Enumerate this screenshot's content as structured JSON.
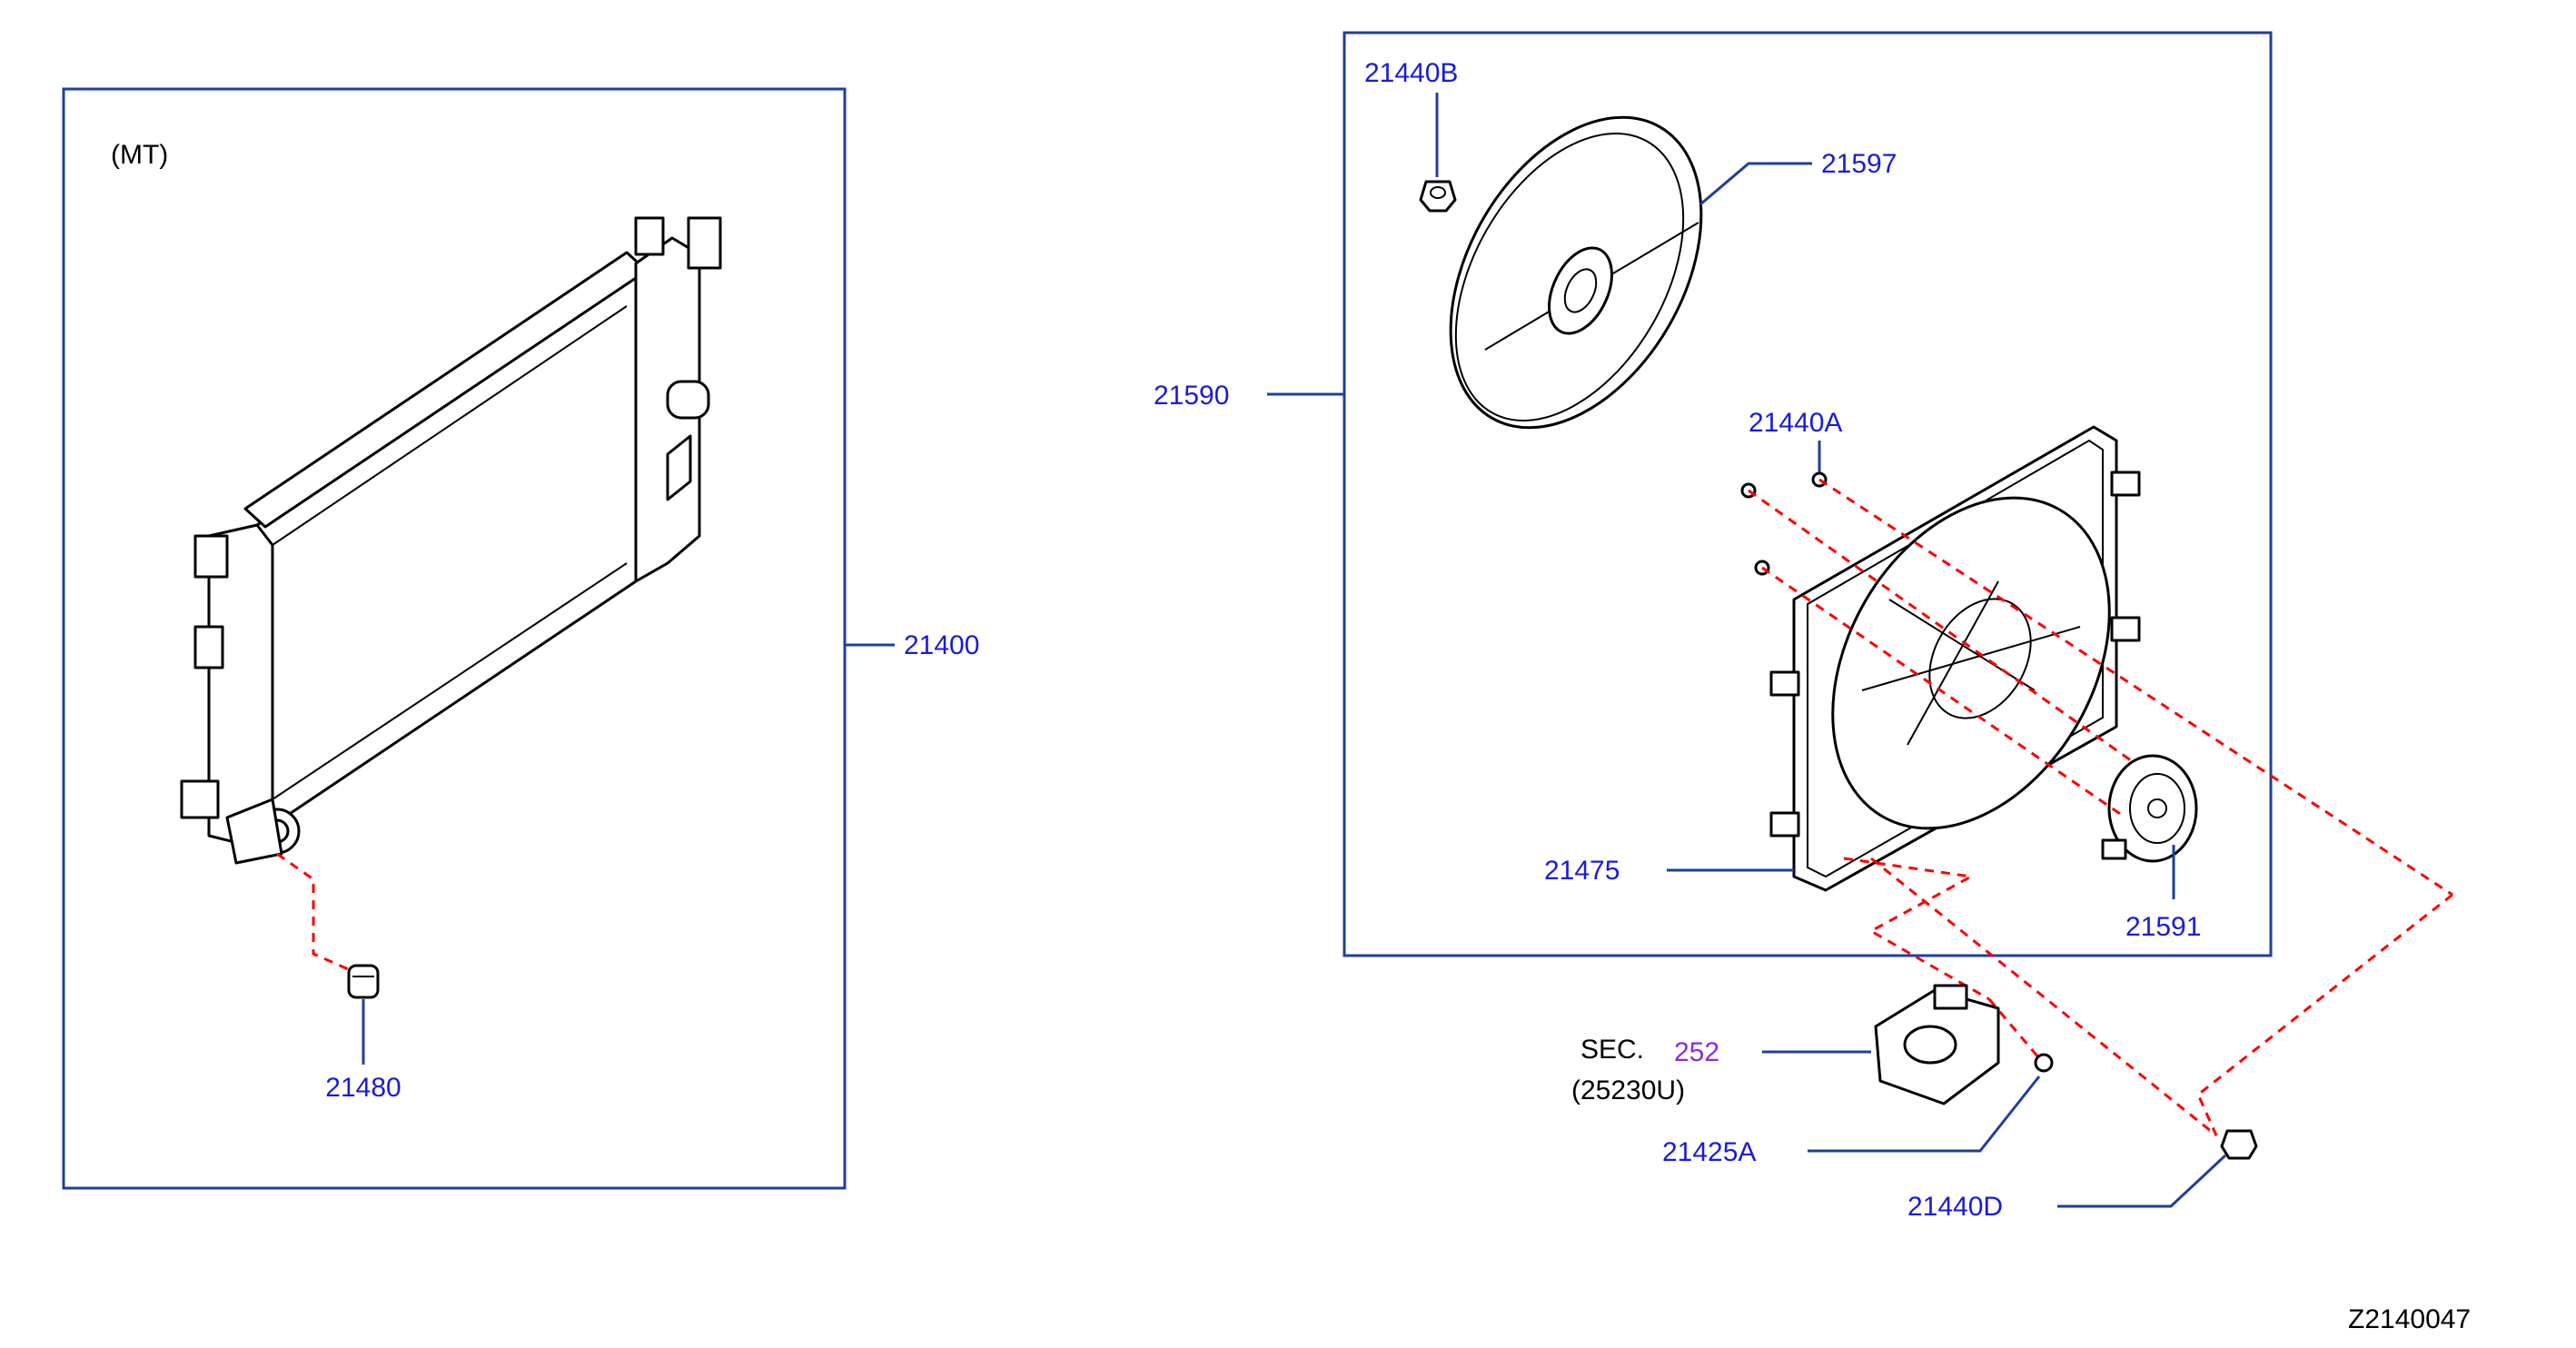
{
  "colors": {
    "label_blue": "#1a1adc",
    "label_purple": "#8a2be2",
    "label_black": "#000000",
    "frame_blue": "#1f3f9a",
    "dash_red": "#ff0000"
  },
  "labels": {
    "mt_note": "(MT)",
    "radiator_assembly": "21400",
    "drain_cock": "21480",
    "fan_motor_assembly": "21590",
    "fan_blade": "21597",
    "nut_b": "21440B",
    "screw_a": "21440A",
    "shroud": "21475",
    "motor": "21591",
    "sec_prefix": "SEC.",
    "sec_number": "252",
    "sec_sub": "(25230U)",
    "screw_425a": "21425A",
    "bolt_d": "21440D",
    "diagram_id": "Z2140047"
  }
}
